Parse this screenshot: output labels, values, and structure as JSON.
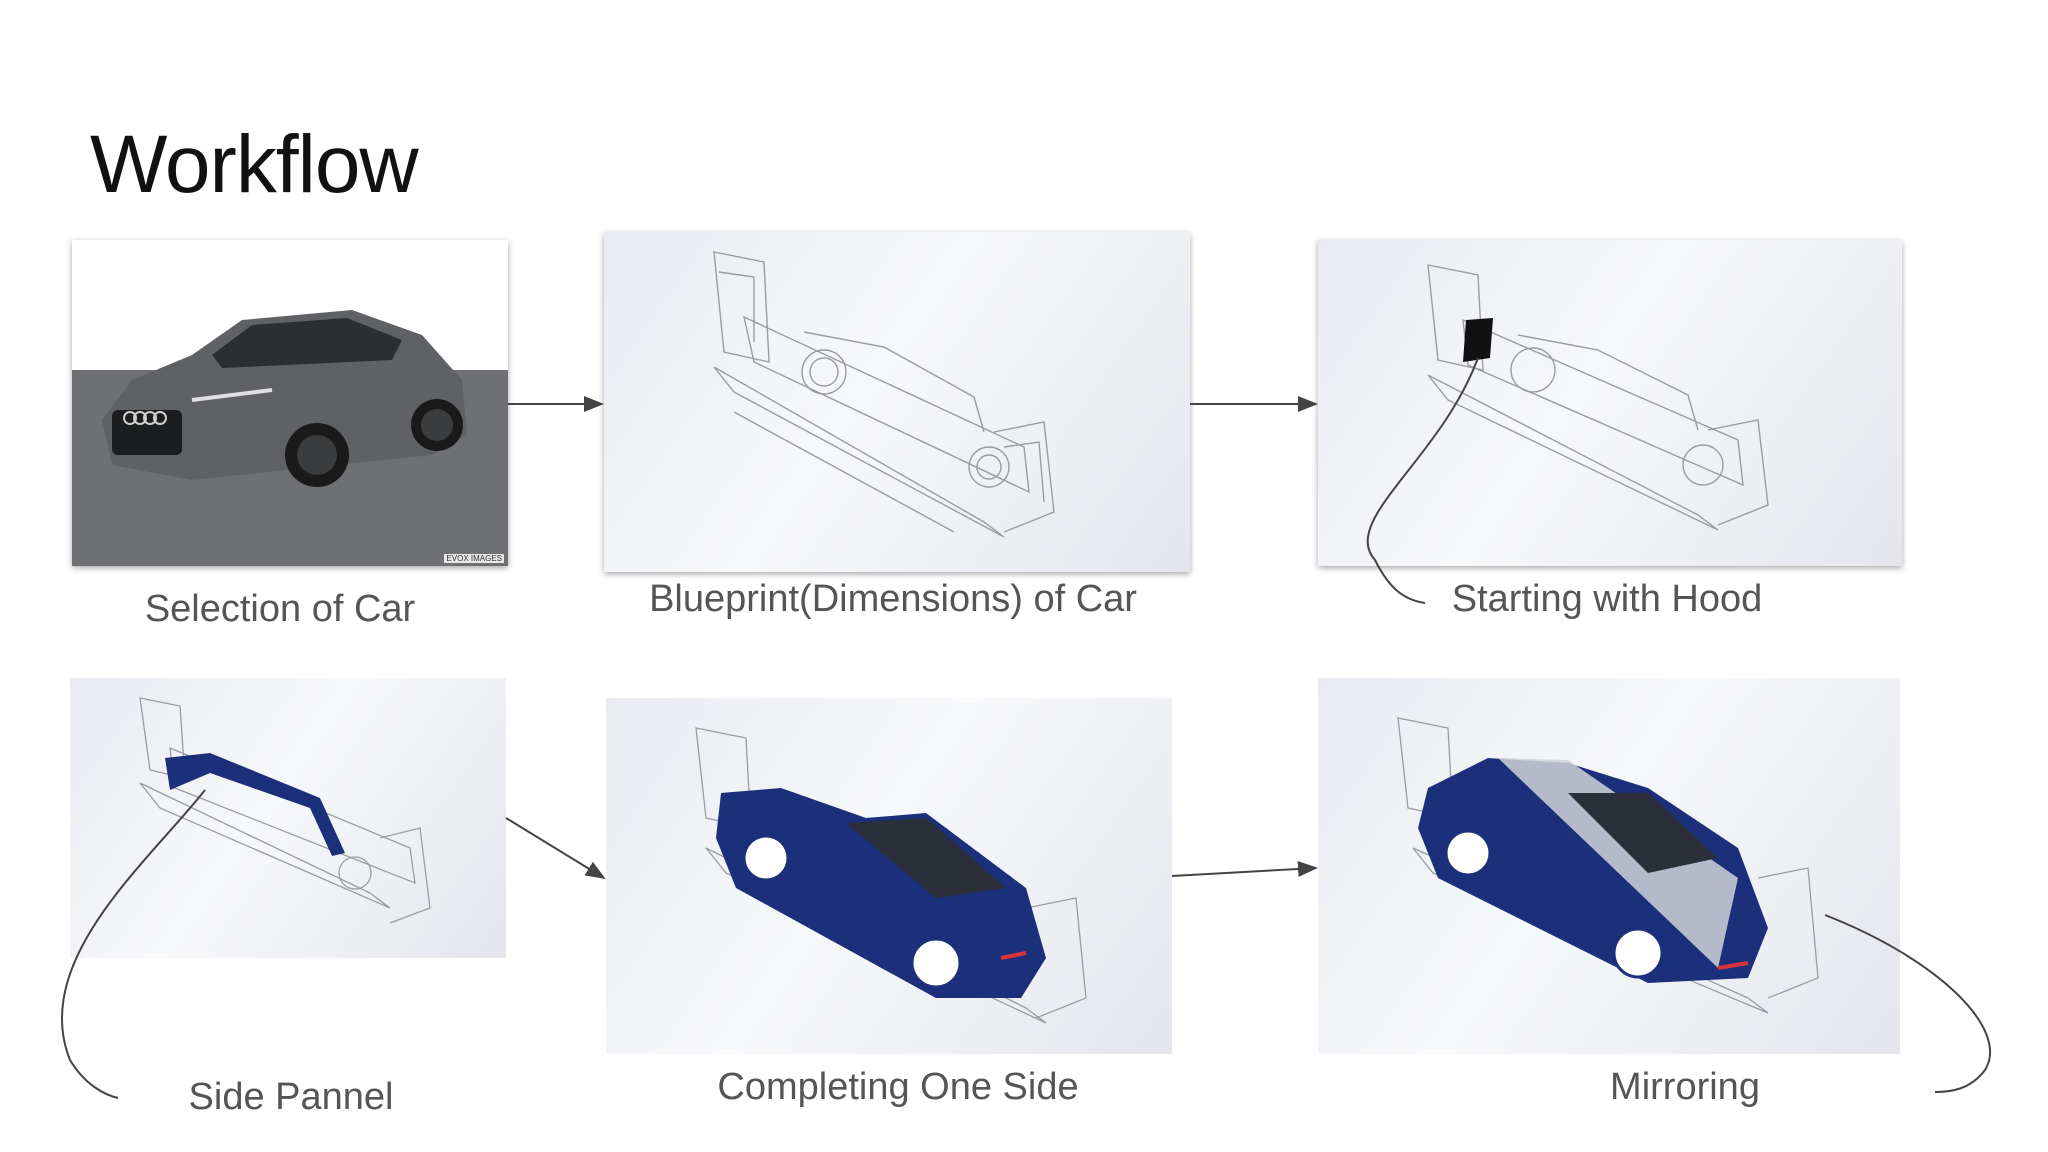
{
  "slide": {
    "title": "Workflow",
    "steps": [
      {
        "caption": "Selection of Car"
      },
      {
        "caption": "Blueprint(Dimensions) of Car"
      },
      {
        "caption": "Starting with Hood"
      },
      {
        "caption": "Side Pannel"
      },
      {
        "caption": "Completing One Side"
      },
      {
        "caption": "Mirroring"
      }
    ],
    "photo_watermark": "EVOX IMAGES"
  },
  "colors": {
    "car_body_blue": "#1c2f7a",
    "car_photo_grey": "#5f6164",
    "arrow": "#444444",
    "caption": "#555555"
  }
}
